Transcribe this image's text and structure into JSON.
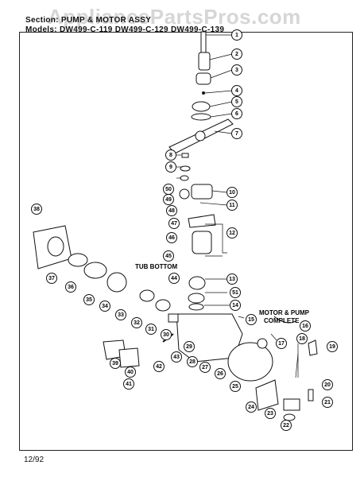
{
  "header": {
    "section": "Section: PUMP & MOTOR ASSY",
    "models": "Models: DW499-C-119  DW499-C-129  DW499-C-139"
  },
  "watermark": "AppliancePartsPros.com",
  "labels": {
    "tub_bottom": "TUB BOTTOM",
    "motor_pump": "MOTOR & PUMP",
    "complete": "COMPLETE"
  },
  "footer": "12/92",
  "callouts": [
    "1",
    "2",
    "3",
    "4",
    "5",
    "6",
    "7",
    "8",
    "9",
    "10",
    "11",
    "12",
    "13",
    "14",
    "15",
    "16",
    "17",
    "18",
    "19",
    "20",
    "21",
    "22",
    "23",
    "24",
    "25",
    "26",
    "27",
    "28",
    "29",
    "30",
    "31",
    "32",
    "33",
    "34",
    "35",
    "36",
    "37",
    "38",
    "39",
    "40",
    "41",
    "42",
    "43",
    "44",
    "45",
    "46",
    "47",
    "48",
    "49",
    "50",
    "51"
  ]
}
